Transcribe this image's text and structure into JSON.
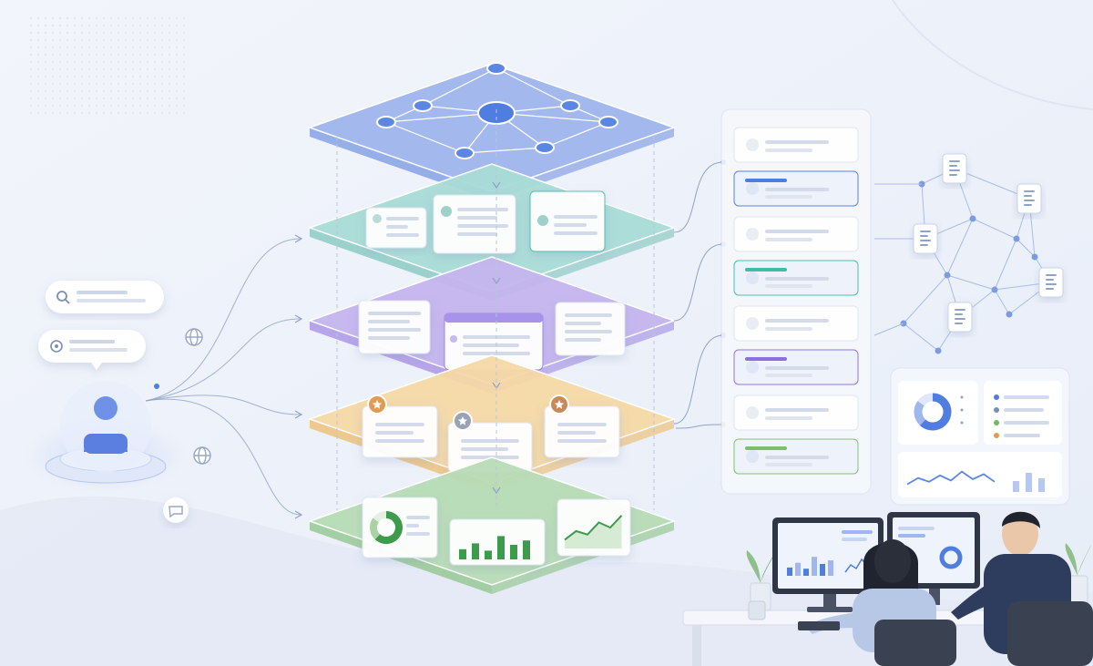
{
  "palette": {
    "background": "#eef2f9",
    "network_layer": "#9fb6ee",
    "teal_layer": "#a9dcd7",
    "violet_layer": "#c5b5ef",
    "amber_layer": "#f6d9a6",
    "green_layer": "#b8dcb6",
    "accent_blue": "#4f7de0",
    "accent_green": "#3e9b4c",
    "star_badge": "#e39a52",
    "connector": "#8fa3c8"
  },
  "icons": {
    "query": "search-icon",
    "voice": "record-icon",
    "globe": "globe-icon",
    "chat": "chat-bubble-icon",
    "user": "user-avatar-icon",
    "doc": "document-icon",
    "star": "star-icon"
  },
  "layers": [
    {
      "id": "graph",
      "kind": "network"
    },
    {
      "id": "cards",
      "kind": "cards"
    },
    {
      "id": "windows",
      "kind": "windows"
    },
    {
      "id": "ranked",
      "kind": "ranked"
    },
    {
      "id": "analytics",
      "kind": "charts"
    }
  ],
  "mini_charts": {
    "bars": [
      0.35,
      0.55,
      0.3,
      0.8,
      0.5,
      0.65
    ],
    "donut_segments": [
      0.62,
      0.23,
      0.15
    ],
    "trend": [
      0.2,
      0.45,
      0.35,
      0.7,
      0.55,
      0.9
    ]
  },
  "result_panel": {
    "rows": 8,
    "highlight_colors": [
      "#4f7de0",
      "#3ebea8",
      "#8c6ee0",
      "#7cbf6a"
    ]
  }
}
